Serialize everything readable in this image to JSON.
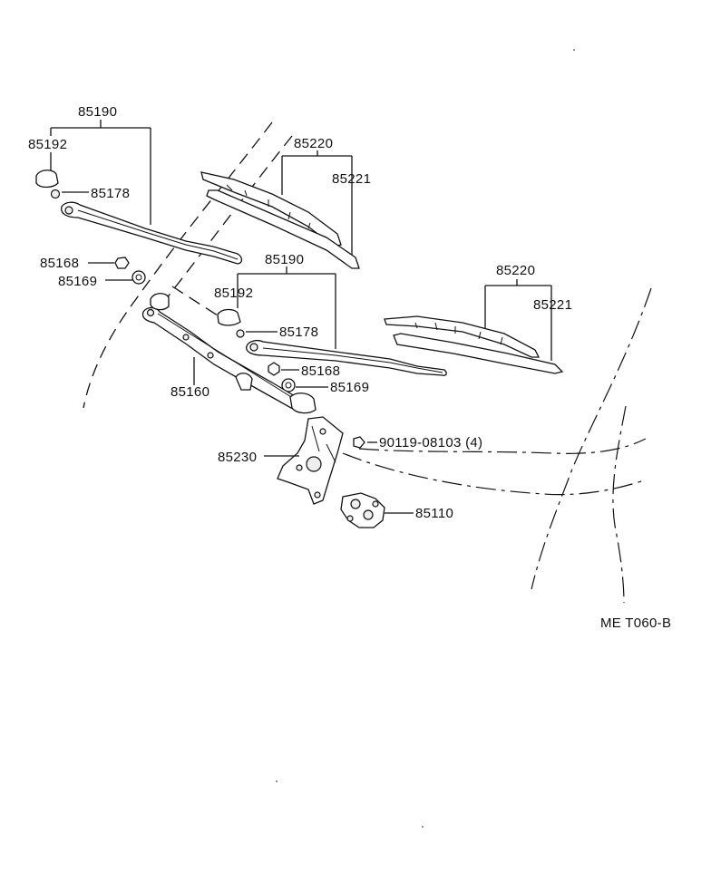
{
  "labels": {
    "arm_left_assy": "85190",
    "cap_left": "85192",
    "nut_left": "85178",
    "washer_left_a": "85168",
    "washer_left_b": "85169",
    "blade_left": "85220",
    "refill_left": "85221",
    "arm_right_assy": "85190",
    "cap_right": "85192",
    "nut_right": "85178",
    "washer_right_a": "85168",
    "washer_right_b": "85169",
    "blade_right": "85220",
    "refill_right": "85221",
    "link": "85160",
    "bolt": "90119-08103 (4)",
    "bracket": "85230",
    "motor": "85110"
  },
  "figure_code": "ME T060-B"
}
